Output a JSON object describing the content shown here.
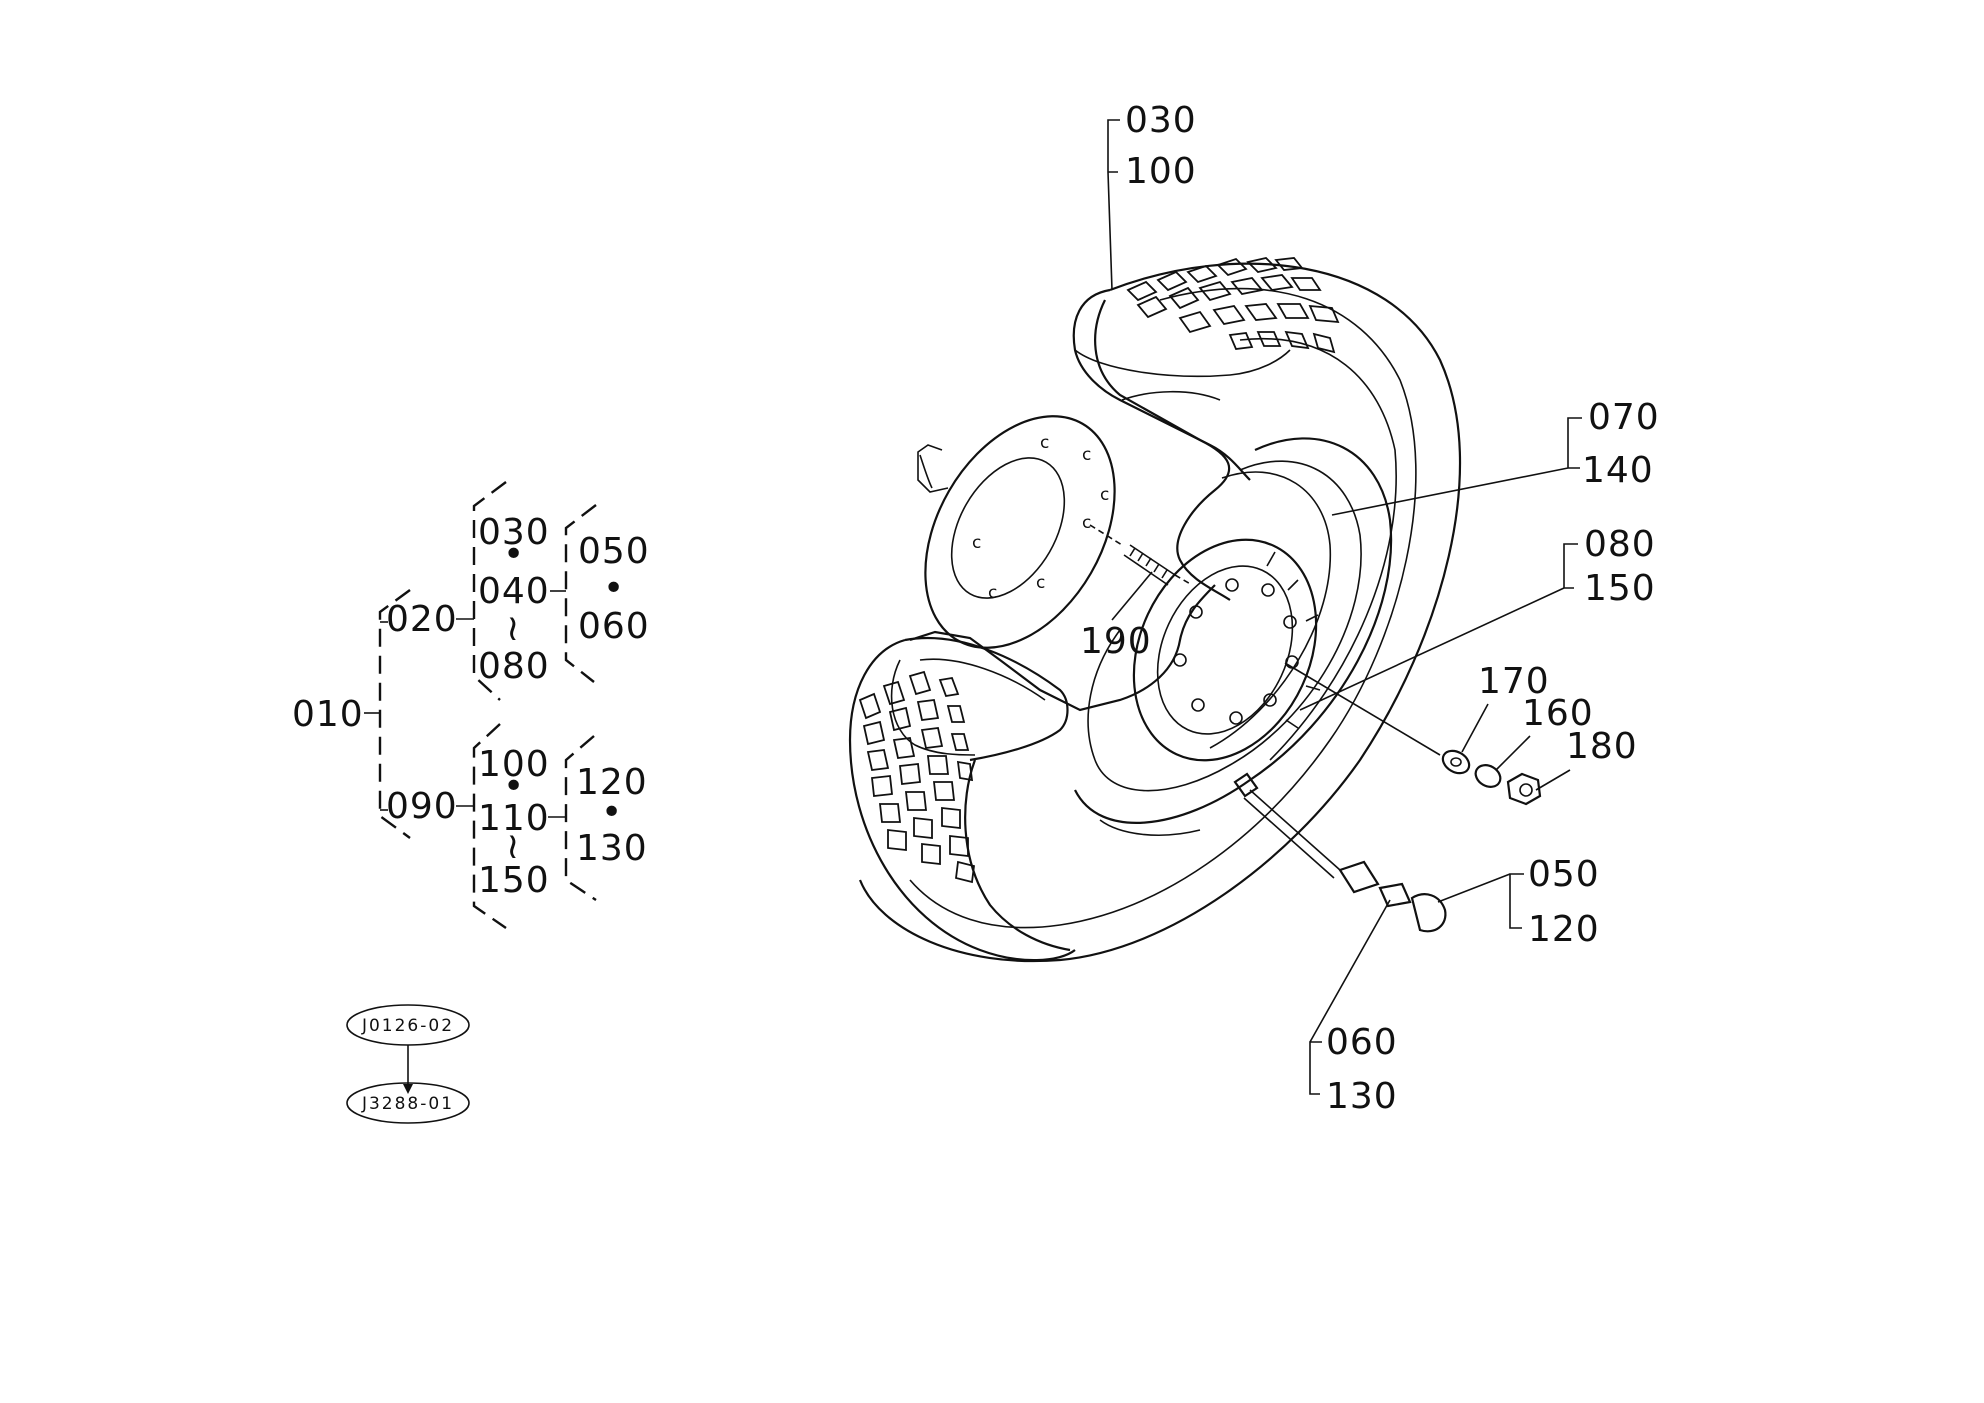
{
  "tree": {
    "root": "010",
    "group_a": {
      "node": "020",
      "left": [
        "030",
        "040",
        "080"
      ],
      "right": [
        "050",
        "060"
      ],
      "dot": "•",
      "wave": "≀"
    },
    "group_b": {
      "node": "090",
      "left": [
        "100",
        "110",
        "150"
      ],
      "right": [
        "120",
        "130"
      ],
      "dot": "•",
      "wave": "≀"
    }
  },
  "references": [
    "J0126-02",
    "J3288-01"
  ],
  "callouts": {
    "tire_top": [
      "030",
      "100"
    ],
    "rim": [
      "070",
      "140"
    ],
    "weight": [
      "080",
      "150"
    ],
    "bolt": "190",
    "washer": "170",
    "lock_washer": "160",
    "nut": "180",
    "valve_cap": [
      "050",
      "120"
    ],
    "valve": [
      "060",
      "130"
    ]
  },
  "icons": [
    "wheel-exploded-view-icon",
    "hub-flange-icon",
    "valve-stem-icon"
  ]
}
